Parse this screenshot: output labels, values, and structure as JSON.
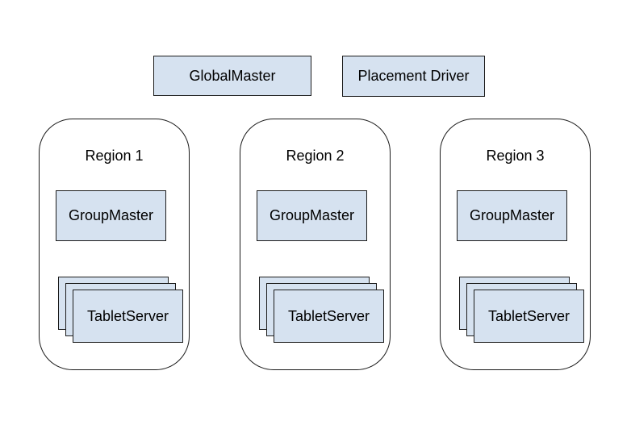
{
  "diagram": {
    "top_nodes": {
      "global_master": "GlobalMaster",
      "placement_driver": "Placement Driver"
    },
    "regions": [
      {
        "label": "Region 1",
        "group_master": "GroupMaster",
        "tablet_server": "TabletServer"
      },
      {
        "label": "Region 2",
        "group_master": "GroupMaster",
        "tablet_server": "TabletServer"
      },
      {
        "label": "Region 3",
        "group_master": "GroupMaster",
        "tablet_server": "TabletServer"
      }
    ],
    "colors": {
      "node_fill": "#d6e2f0",
      "node_border": "#1c1c1c",
      "region_border": "#1a1a1a",
      "background": "#ffffff",
      "text": "#000000"
    }
  }
}
